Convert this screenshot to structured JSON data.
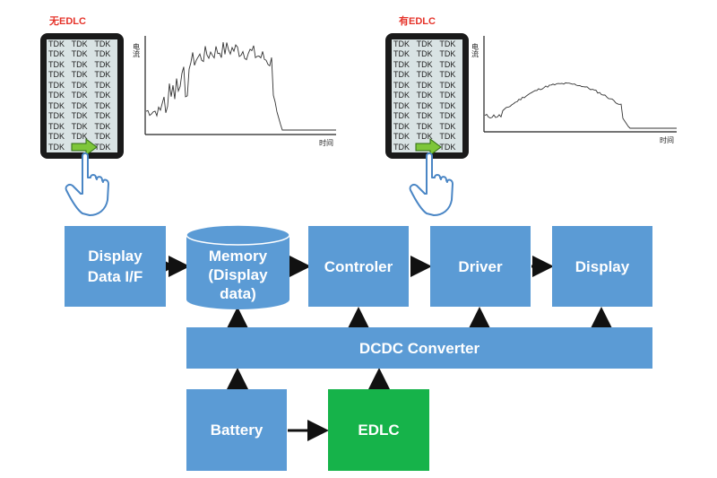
{
  "panels": [
    {
      "label": "无EDLC",
      "screen_text": "TDK",
      "y_axis": "电流",
      "x_axis": "时间",
      "waveform": "large-fluctuating-current"
    },
    {
      "label": "有EDLC",
      "screen_text": "TDK",
      "y_axis": "电流",
      "x_axis": "时间",
      "waveform": "smoothed-current"
    }
  ],
  "blocks": {
    "display_if": "Display\nData I/F",
    "memory": "Memory\n(Display\ndata)",
    "controller": "Controler",
    "driver": "Driver",
    "display": "Display",
    "dcdc": "DCDC Converter",
    "battery": "Battery",
    "edlc": "EDLC"
  },
  "colors": {
    "block_blue": "#5b9bd5",
    "edlc_green": "#16b34a",
    "label_red": "#e5332a",
    "arrow_green": "#7ec63a"
  },
  "icons": [
    "hand-pointer-icon",
    "swipe-arrow-icon"
  ]
}
